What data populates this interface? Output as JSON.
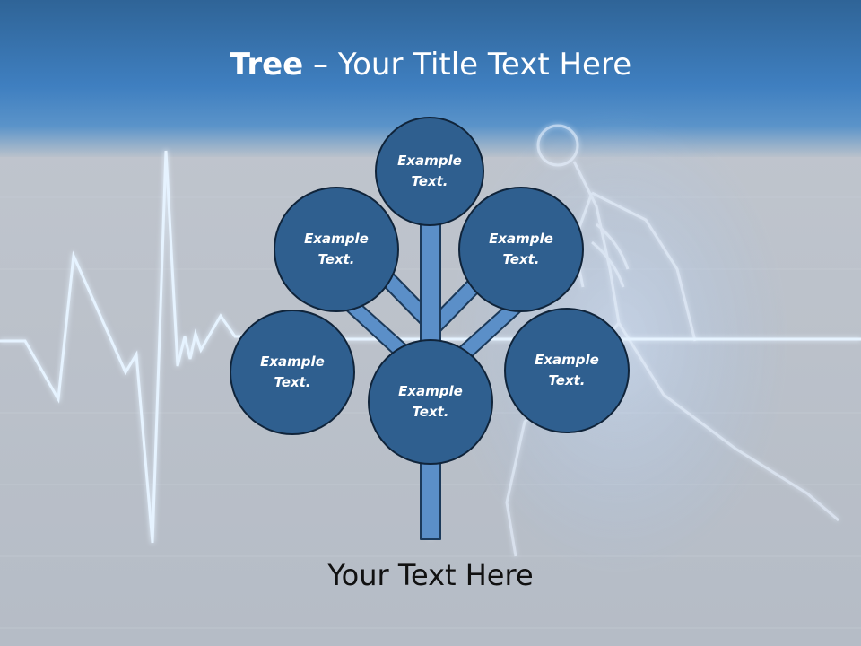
{
  "title": {
    "bold": "Tree",
    "dash": " – ",
    "rest": "Your Title Text Here"
  },
  "footer": "Your Text Here",
  "nodes": [
    {
      "line1": "Example",
      "line2": "Text."
    },
    {
      "line1": "Example",
      "line2": "Text."
    },
    {
      "line1": "Example",
      "line2": "Text."
    },
    {
      "line1": "Example",
      "line2": "Text."
    },
    {
      "line1": "Example",
      "line2": "Text."
    },
    {
      "line1": "Example",
      "line2": "Text."
    }
  ],
  "colors": {
    "header": "#3f7fc0",
    "node_fill": "#2f5f8f",
    "node_border": "#10243a",
    "trunk": "#5b8fc8"
  }
}
